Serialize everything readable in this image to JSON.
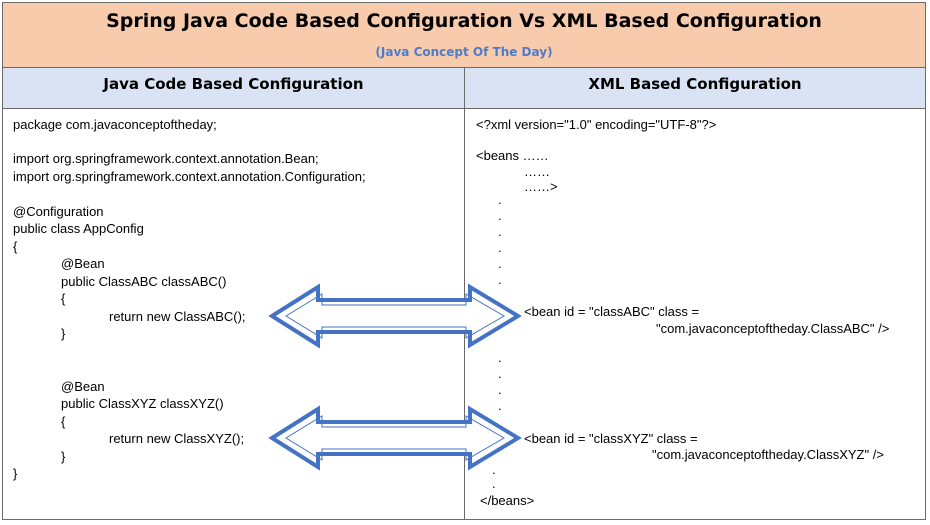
{
  "title": "Spring Java Code Based Configuration Vs XML Based Configuration",
  "subtitle": "(Java Concept Of The Day)",
  "left_header": "Java Code Based Configuration",
  "right_header": "XML Based Configuration",
  "java": {
    "package": "package com.javaconceptoftheday;",
    "import1": "import org.springframework.context.annotation.Bean;",
    "import2": "import org.springframework.context.annotation.Configuration;",
    "annotation": "@Configuration",
    "class_decl": "public class AppConfig",
    "open_brace": "{",
    "bean1_annotation": "@Bean",
    "bean1_method": "public ClassABC classABC()",
    "bean1_open": "{",
    "bean1_return": "return new ClassABC();",
    "bean1_close": "}",
    "bean2_annotation": "@Bean",
    "bean2_method": "public ClassXYZ classXYZ()",
    "bean2_open": "{",
    "bean2_return": "return new ClassXYZ();",
    "bean2_close": "}",
    "close_brace": "}"
  },
  "xml": {
    "declaration": "<?xml version=\"1.0\" encoding=\"UTF-8\"?>",
    "beans_open": "<beans ……",
    "beans_cont1": "……",
    "beans_cont2": "……>",
    "dot": ".",
    "bean1_line1": "<bean id = \"classABC\" class =",
    "bean1_line2": "\"com.javaconceptoftheday.ClassABC\" />",
    "bean2_line1": "<bean id = \"classXYZ\" class =",
    "bean2_line2": "\"com.javaconceptoftheday.ClassXYZ\" />",
    "beans_close": "</beans>"
  },
  "colors": {
    "title_band": "#f8cbad",
    "subtitle": "#4f7cc5",
    "header_band": "#dae3f3",
    "arrow": "#4472c4"
  }
}
